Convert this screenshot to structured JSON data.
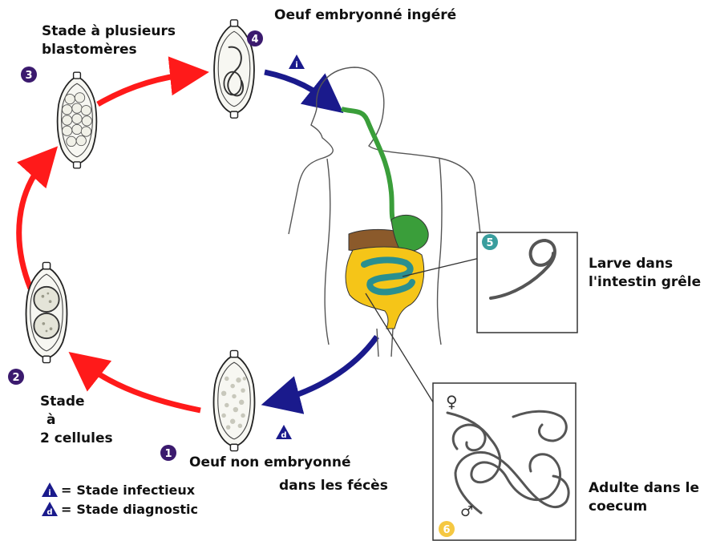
{
  "colors": {
    "red_arrow": "#ff1a1a",
    "blue_arrow": "#1a1a8c",
    "stage_badge": "#3b1a6e",
    "larva_badge": "#3a9e9e",
    "adult_badge": "#f5c842",
    "oesophagus": "#3a9e3a",
    "liver": "#8b5a2b",
    "colon": "#f5c518",
    "small_intestine": "#2a8f8f"
  },
  "stages": [
    {
      "num": "1",
      "label_lines": [
        "Oeuf non embryonné",
        "dans les fécès"
      ]
    },
    {
      "num": "2",
      "label_lines": [
        "Stade",
        "à",
        "2 cellules"
      ]
    },
    {
      "num": "3",
      "label_lines": [
        "Stade à plusieurs",
        "blastomères"
      ]
    },
    {
      "num": "4",
      "label_lines": [
        "Oeuf embryonné ingéré"
      ]
    },
    {
      "num": "5",
      "label_lines": [
        "Larve dans",
        "l'intestin grêle"
      ]
    },
    {
      "num": "6",
      "label_lines": [
        "Adulte dans le",
        "coecum"
      ]
    }
  ],
  "markers": {
    "infective": "i",
    "diagnostic": "d"
  },
  "sex_symbols": {
    "female": "♀",
    "male": "♂"
  },
  "legend": [
    {
      "symbol": "i",
      "text": "Stade infectieux"
    },
    {
      "symbol": "d",
      "text": "Stade diagnostic"
    }
  ],
  "legend_eq": "="
}
